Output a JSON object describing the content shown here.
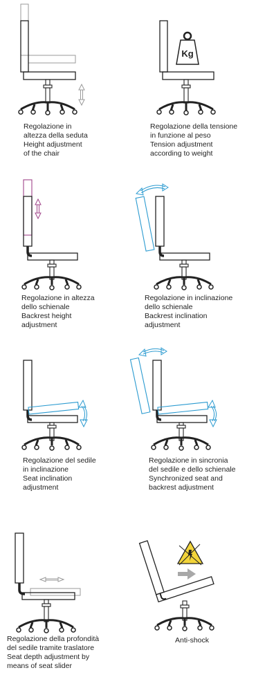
{
  "colors": {
    "line": "#222222",
    "ghost": "#9a9a9a",
    "purple": "#a0448a",
    "blue": "#2a9ad0",
    "warning_yellow": "#f2d43a",
    "arrow_gray": "#a8a8a8"
  },
  "items": [
    {
      "id": "height",
      "lines": [
        "Regolazione in",
        "altezza della seduta",
        "Height adjustment",
        "of the chair"
      ]
    },
    {
      "id": "tension",
      "weight_label": "Kg",
      "lines": [
        "Regolazione della tensione",
        "in funzione al peso",
        "Tension adjustment",
        "according to weight"
      ]
    },
    {
      "id": "backrest-height",
      "lines": [
        "Regolazione in altezza",
        "dello schienale",
        "Backrest height",
        "adjustment"
      ]
    },
    {
      "id": "backrest-incl",
      "lines": [
        "Regolazione in inclinazione",
        "dello schienale",
        "Backrest inclination",
        "adjustment"
      ]
    },
    {
      "id": "seat-incl",
      "lines": [
        "Regolazione del sedile",
        "in inclinazione",
        "Seat inclination",
        "adjustment"
      ]
    },
    {
      "id": "sync",
      "lines": [
        "Regolazione in sincronia",
        "del sedile e dello schienale",
        "Synchronized seat and",
        "backrest adjustment"
      ]
    },
    {
      "id": "depth",
      "lines": [
        "Regolazione della profondità",
        "del sedile tramite traslatore",
        "Seat depth adjustment by",
        "means of seat slider"
      ]
    },
    {
      "id": "antishock",
      "lines": [
        "Anti-shock"
      ]
    }
  ]
}
